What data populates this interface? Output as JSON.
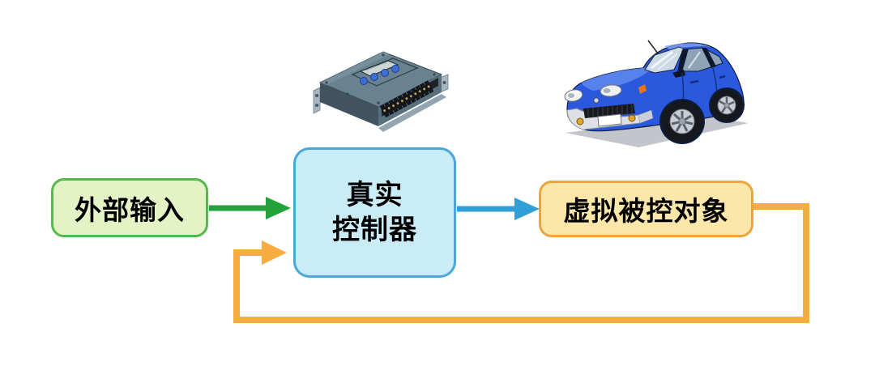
{
  "diagram": {
    "background": "#ffffff",
    "nodes": {
      "external_input": {
        "label": "外部输入",
        "fill": "#e4f3c5",
        "border": "#57b94a"
      },
      "real_controller": {
        "label": "真实\n控制器",
        "fill": "#c9ecf7",
        "border": "#4aa7d8"
      },
      "virtual_plant": {
        "label": "虚拟被控对象",
        "fill": "#fbe7a9",
        "border": "#eca63d"
      }
    },
    "arrows": {
      "input_to_controller": {
        "color": "#23a23c"
      },
      "controller_to_plant": {
        "color": "#2f9fd6"
      },
      "feedback": {
        "color": "#f6ac3f"
      }
    },
    "illustrations": {
      "controller_photo": {
        "name": "hardware-controller-device",
        "body_color": "#68828f",
        "button_color": "#3f6ed6"
      },
      "car": {
        "name": "blue-car-clipart",
        "body_color": "#2a59dd"
      }
    }
  }
}
